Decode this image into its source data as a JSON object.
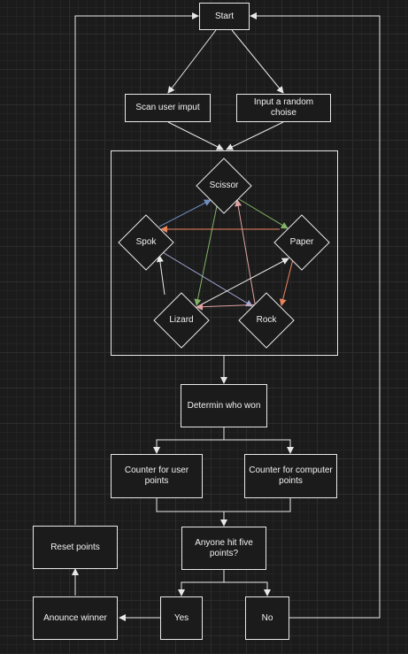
{
  "flowchart": {
    "start": "Start",
    "scan_input": "Scan user imput",
    "random_choice": "Input a random choise",
    "determine": "Determin who won",
    "user_counter": "Counter for user points",
    "computer_counter": "Counter for computer points",
    "hit_five": "Anyone hit five points?",
    "reset": "Reset points",
    "announce": "Anounce winner",
    "yes": "Yes",
    "no": "No"
  },
  "choices": {
    "scissor": "Scissor",
    "spok": "Spok",
    "paper": "Paper",
    "lizard": "Lizard",
    "rock": "Rock"
  },
  "colors": {
    "background": "#1b1b1b",
    "stroke": "#e8e8e8",
    "blue_edge": "#6c8ebf",
    "green_edge": "#82b366",
    "orange_edge": "#e8845c",
    "pink_edge": "#e0a3a3",
    "lavender_edge": "#a3a8d9"
  }
}
